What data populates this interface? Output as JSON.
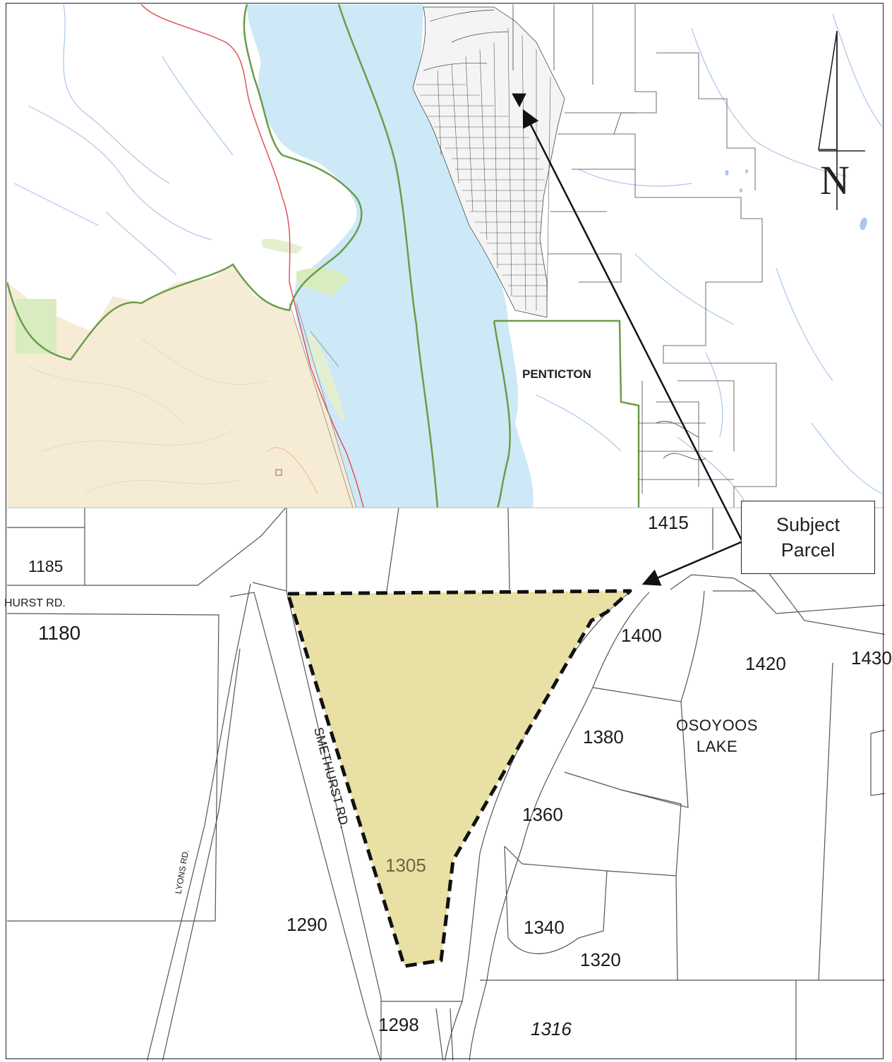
{
  "inset": {
    "city_label": "PENTICTON"
  },
  "callout": {
    "line1": "Subject",
    "line2": "Parcel"
  },
  "north_arrow": {
    "letter": "N"
  },
  "roads": {
    "smethurst_vertical": "SMETHURST RD.",
    "smethurst_left": "HURST RD.",
    "lyons": "LYONS RD."
  },
  "lake": {
    "line1": "OSOYOOS",
    "line2": "LAKE"
  },
  "parcels": {
    "p1185": "1185",
    "p1180": "1180",
    "p1415": "1415",
    "p1400": "1400",
    "p1420": "1420",
    "p1430": "1430",
    "p1380": "1380",
    "p1360": "1360",
    "p1305": "1305",
    "p1290": "1290",
    "p1340": "1340",
    "p1320": "1320",
    "p1298": "1298",
    "p1316": "1316"
  },
  "colors": {
    "lake_water": "#cde9f7",
    "subject_fill": "#e8e0a4",
    "boundary_green": "#6a9c4a",
    "highway_red": "#e2525a",
    "terrain_tan": "#f6ecd5",
    "stream_blue": "#aac6ea",
    "park_green": "#d9ecbf"
  },
  "icons": [
    "north-arrow-icon",
    "subject-marker-icon",
    "leader-arrow-icon"
  ]
}
